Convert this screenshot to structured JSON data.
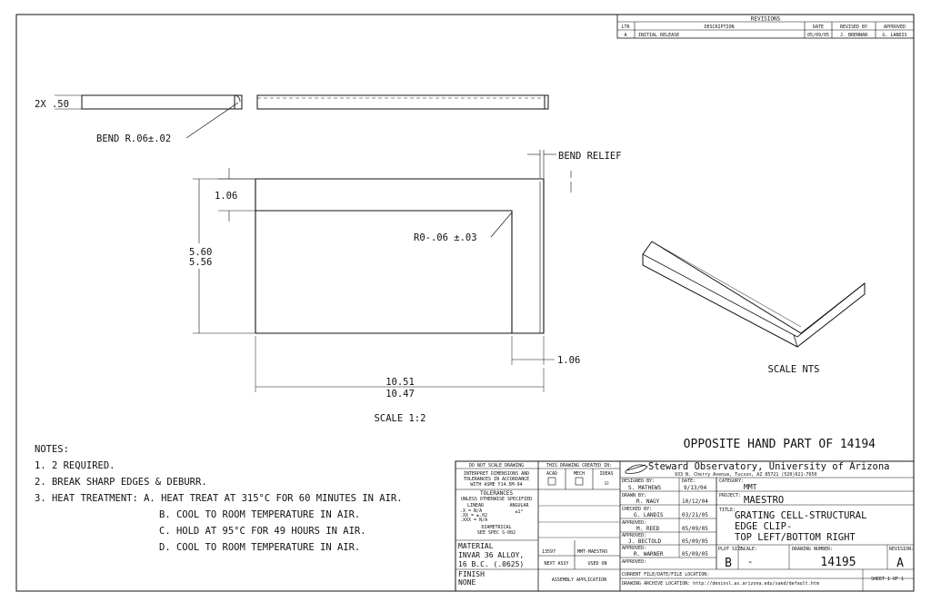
{
  "revisions": {
    "title": "REVISIONS",
    "headers": [
      "LTR",
      "DESCRIPTION",
      "DATE",
      "REVISED BY",
      "APPROVED"
    ],
    "rows": [
      [
        "A",
        "INITIAL RELEASE",
        "05/09/05",
        "J. BRENNAN",
        "G. LANDIS"
      ]
    ]
  },
  "dims": {
    "thickness": "2X .50",
    "bend_radius": "BEND R.06±.02",
    "bend_relief": "BEND RELIEF",
    "leg_width_top": "1.06",
    "inner_radius": "R0-.06 ±.03",
    "height_max": "5.60",
    "height_min": "5.56",
    "leg_width_side": "1.06",
    "length_max": "10.51",
    "length_min": "10.47"
  },
  "scale_main": "SCALE 1:2",
  "scale_iso": "SCALE NTS",
  "opposite_hand": "OPPOSITE HAND PART OF 14194",
  "notes": {
    "title": "NOTES:",
    "items": [
      "1. 2 REQUIRED.",
      "2. BREAK SHARP EDGES & DEBURR.",
      "3. HEAT TREATMENT: A. HEAT TREAT AT 315°C FOR 60 MINUTES IN AIR.",
      "B. COOL TO ROOM TEMPERATURE IN AIR.",
      "C. HOLD AT 95°C FOR 49 HOURS IN AIR.",
      "D. COOL TO ROOM TEMPERATURE IN AIR."
    ]
  },
  "titleblock": {
    "do_not_scale": "DO NOT SCALE DRAWING",
    "interpret_1": "INTERPRET DIMENSIONS AND",
    "interpret_2": "TOLERANCES IN ACCORDANCE",
    "interpret_3": "WITH ASME Y14.5M-94",
    "tolerances": "TOLERANCES",
    "unless": "UNLESS OTHERWISE SPECIFIED",
    "linear": "LINEAR",
    "angular": "ANGULAR",
    "tol_1": ".X   = N/A",
    "tol_2": ".XX  = ±.02",
    "tol_3": ".XXX = N/A",
    "tol_ang": "±1°",
    "dimetrical": "DIAMETRICAL",
    "see_spec": "SEE SPEC S-002",
    "created_in": "THIS DRAWING CREATED IN:",
    "cad_1": "ACAD",
    "cad_2": "MECH",
    "cad_3": "IDEAS",
    "cad_check": "☑",
    "material_label": "MATERIAL",
    "material_1": "INVAR 36 ALLOY,",
    "material_2": "16 B.C. (.0625)",
    "finish_label": "FINISH",
    "finish": "NONE",
    "next_assy_num": "13597",
    "used_on_val": "MMT-MAESTRO",
    "next_assy": "NEXT ASSY",
    "used_on": "USED ON",
    "assembly_app": "ASSEMBLY APPLICATION",
    "org_name": "Steward Observatory, University of Arizona",
    "org_addr": "933 N. Cherry Avenue, Tucson, AZ  85721   (520)621-7650",
    "designed_by_label": "DESIGNED BY:",
    "designed_by": "S. MATHEWS",
    "date_label": "DATE:",
    "designed_date": "9/13/04",
    "drawn_by_label": "DRAWN BY:",
    "drawn_by": "R. NAGY",
    "drawn_date": "10/12/04",
    "checked_by_label": "CHECKED BY:",
    "checked_by": "G. LANDIS",
    "checked_date": "03/21/05",
    "approved_label": "APPROVED:",
    "approved_1": "M. REED",
    "approved_1_date": "05/09/05",
    "approved_2": "J. BECTOLD",
    "approved_2_date": "05/09/05",
    "approved_3": "R. WARNER",
    "approved_3_date": "05/09/05",
    "category_label": "CATEGORY:",
    "category": "MMT",
    "project_label": "PROJECT:",
    "project": "MAESTRO",
    "title_label": "TITLE:",
    "title_1": "GRATING CELL-STRUCTURAL",
    "title_2": "EDGE CLIP-",
    "title_3": "TOP LEFT/BOTTOM RIGHT",
    "plot_size_label": "PLOT SIZE:",
    "plot_size": "B",
    "scale_label": "SCALE:",
    "scale_val": "-",
    "drawing_number_label": "DRAWING NUMBER:",
    "drawing_number": "14195",
    "revision_label": "REVISION:",
    "revision": "A",
    "current_file": "CURRENT FILE/DATE/FILE LOCATION:",
    "archive": "DRAWING ARCHIVE LOCATION: http://deninsl.as.arizona.edu/saed/default.htm",
    "sheet": "SHEET 1 OF 1"
  }
}
